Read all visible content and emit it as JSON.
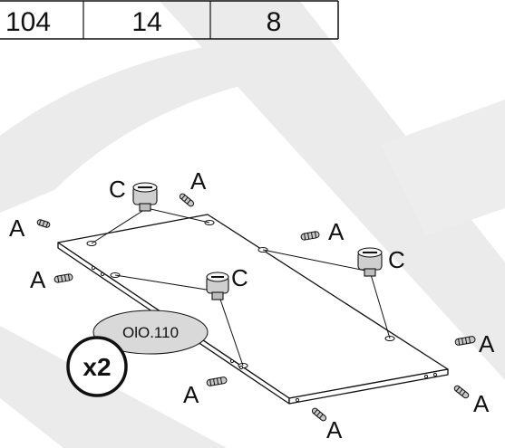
{
  "table": {
    "cells": [
      "104",
      "14",
      "8"
    ]
  },
  "diagram": {
    "part_code": "OlO.110",
    "quantity": "x2",
    "labels": {
      "a_left_top": "A",
      "a_left_mid": "A",
      "a_top": "A",
      "a_mid_right": "A",
      "a_right": "A",
      "a_bottom_left": "A",
      "a_bottom_right": "A",
      "a_bottom": "A",
      "c_top": "C",
      "c_mid": "C",
      "c_right": "C"
    }
  },
  "colors": {
    "watermark": "#e8e8e8",
    "line": "#111111",
    "ellipse_fill": "#d9d9d9"
  }
}
